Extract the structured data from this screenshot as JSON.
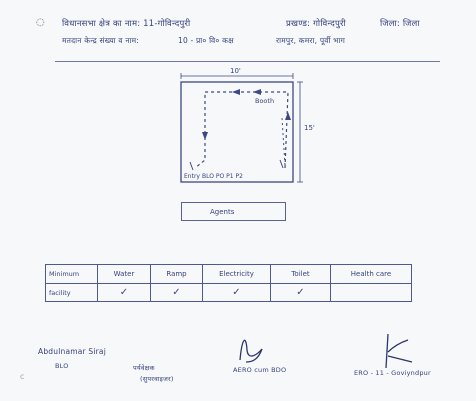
{
  "header": {
    "line1_left": "विधानसभा क्षेत्र का नाम: 11-गोविन्दपुरी",
    "line1_mid": "प्रखण्ड: गोविन्दपुरी",
    "line1_right": "जिला: जिला",
    "line2_left": "मतदान केन्द्र संख्या व नाम:",
    "line2_mid": "10 - प्रा० वि० कक्ष",
    "line2_right": "रामपुर, कमरा, पूर्वी भाग"
  },
  "floor_plan": {
    "width_label": "10'",
    "length_label": "15'",
    "booth_label": "Booth",
    "entry_label": "Entry",
    "bottom_marks": "BLO  PO  P1  P2"
  },
  "agent_label": "Agents",
  "facility_table": {
    "row_header": [
      "Minimum",
      "facility"
    ],
    "columns": [
      "Water",
      "Ramp",
      "Electricity",
      "Toilet",
      "Health care"
    ],
    "checks": [
      true,
      true,
      true,
      true,
      false
    ],
    "check_glyph": "✓"
  },
  "signatures": {
    "blo_name": "Abdulnamar Siraj",
    "blo_title": "BLO",
    "supervisor_name": "पर्यवेक्षक",
    "supervisor_title": "(सुपरवाइजर)",
    "aero_title": "AERO cum BDO",
    "ero_title": "ERO - 11 - Goviyndpur"
  },
  "colors": {
    "ink": "#37437d",
    "paper": "#f7f8fa",
    "frame": "#4f5890"
  }
}
